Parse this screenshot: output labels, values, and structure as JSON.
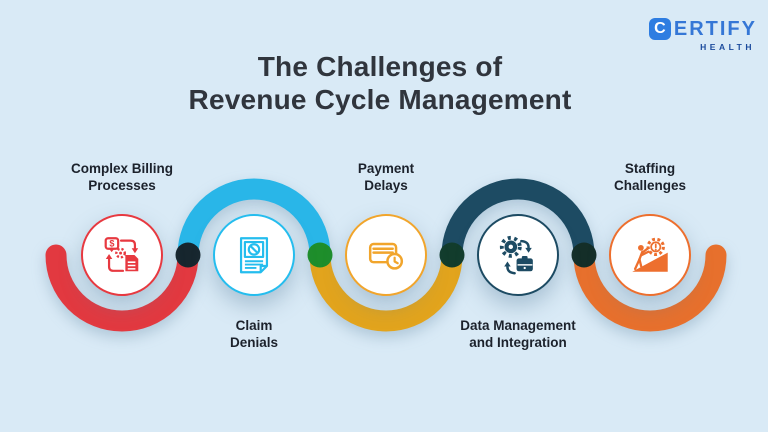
{
  "background": "#d9eaf6",
  "logo": {
    "initial": "C",
    "wordmark": "ERTIFY",
    "subtitle": "HEALTH",
    "icon_color": "#2e7de1",
    "wordmark_color": "#3577d6",
    "subtitle_color": "#1a4a9c"
  },
  "title": {
    "line1": "The Challenges of",
    "line2": "Revenue Cycle Management",
    "color": "#30353d"
  },
  "icons": {
    "dollar_glyph": "$"
  },
  "nodes": [
    {
      "id": "complex-billing",
      "label1": "Complex Billing",
      "label2": "Processes",
      "label_position": "top",
      "color": "#e73940",
      "arc_color": "#e23940",
      "icon": "billing-cycle-icon"
    },
    {
      "id": "claim-denials",
      "label1": "Claim",
      "label2": "Denials",
      "label_position": "bottom",
      "color": "#25bdee",
      "arc_color": "#29b6e8",
      "icon": "denied-claim-icon"
    },
    {
      "id": "payment-delays",
      "label1": "Payment",
      "label2": "Delays",
      "label_position": "top",
      "color": "#f1a52c",
      "arc_color": "#e2a41d",
      "icon": "card-clock-icon"
    },
    {
      "id": "data-management",
      "label1": "Data Management",
      "label2": "and Integration",
      "label_position": "bottom",
      "color": "#1d4b63",
      "arc_color": "#1d4b63",
      "icon": "gear-database-icon"
    },
    {
      "id": "staffing-challenges",
      "label1": "Staffing",
      "label2": "Challenges",
      "label_position": "top",
      "color": "#ed6f2e",
      "arc_color": "#e7702d",
      "icon": "person-pushing-gear-icon"
    }
  ],
  "connectors": [
    {
      "color": "#17262e"
    },
    {
      "color": "#1e8e2b"
    },
    {
      "color": "#123c2c"
    },
    {
      "color": "#142e28"
    }
  ]
}
